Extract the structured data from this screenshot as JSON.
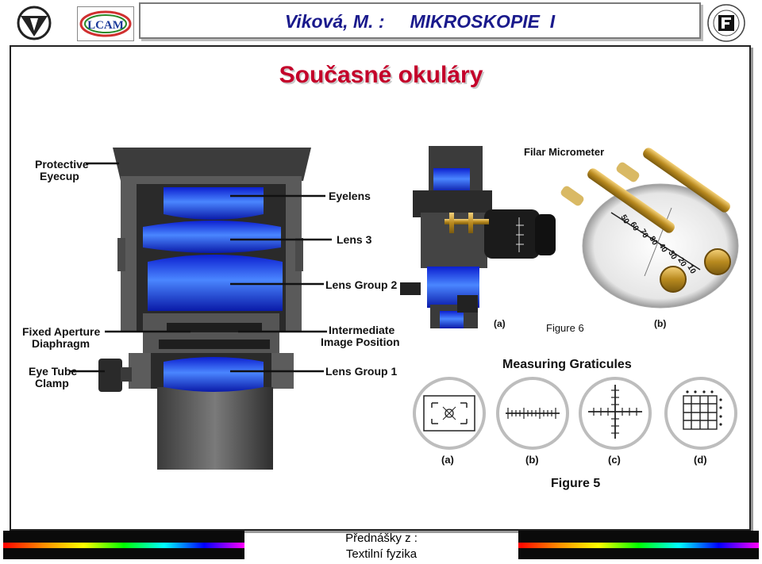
{
  "header": {
    "title": "Viková, M. :     MIKROSKOPIE  I",
    "left_logo_text": "LCAM"
  },
  "slide": {
    "title": "Současné okuláry"
  },
  "figure_eyepiece": {
    "labels": {
      "protective_eyecup_1": "Protective",
      "protective_eyecup_2": "Eyecup",
      "eyelens": "Eyelens",
      "lens3": "Lens 3",
      "lens_group2": "Lens Group 2",
      "fixed_aperture_1": "Fixed Aperture",
      "fixed_aperture_2": "Diaphragm",
      "intermediate_1": "Intermediate",
      "intermediate_2": "Image Position",
      "eye_tube_1": "Eye Tube",
      "eye_tube_2": "Clamp",
      "lens_group1": "Lens Group 1"
    }
  },
  "figure6": {
    "title": "Filar Micrometer",
    "panel_a": "(a)",
    "panel_b": "(b)",
    "caption": "Figure 6",
    "scale_marks": [
      "50",
      "60",
      "70",
      "80",
      "40",
      "30",
      "20",
      "10"
    ]
  },
  "figure5": {
    "title": "Measuring Graticules",
    "panels": [
      "(a)",
      "(b)",
      "(c)",
      "(d)"
    ],
    "caption": "Figure 5"
  },
  "footer": {
    "line1": "Přednášky z :",
    "line2": "Textilní fyzika"
  }
}
